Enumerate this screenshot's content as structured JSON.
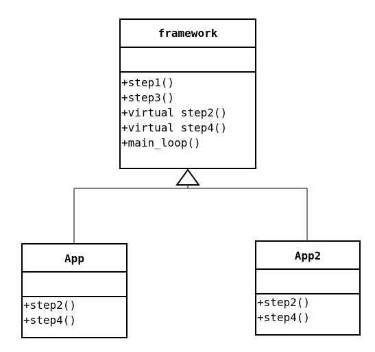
{
  "classes": {
    "framework": {
      "name": "framework",
      "operations": [
        "+step1()",
        "+step3()",
        "+virtual step2()",
        "+virtual step4()",
        "+main_loop()"
      ]
    },
    "app": {
      "name": "App",
      "operations": [
        "+step2()",
        "+step4()"
      ]
    },
    "app2": {
      "name": "App2",
      "operations": [
        "+step2()",
        "+step4()"
      ]
    }
  },
  "relations": [
    {
      "type": "inheritance",
      "from": "App",
      "to": "framework"
    },
    {
      "type": "inheritance",
      "from": "App2",
      "to": "framework"
    }
  ],
  "colors": {
    "line": "#000000",
    "background": "#ffffff"
  }
}
